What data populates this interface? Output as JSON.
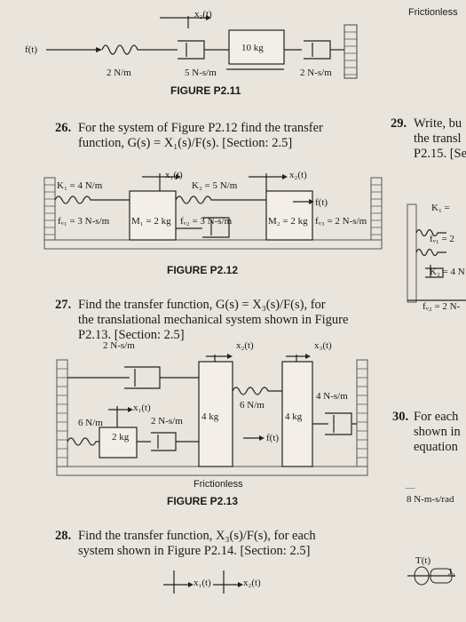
{
  "fig211": {
    "x2": "x₂(t)",
    "f": "f(t)",
    "mass": "10 kg",
    "spring": "2 N/m",
    "damper1": "5 N-s/m",
    "damper2": "2 N-s/m",
    "caption": "FIGURE P2.11"
  },
  "right_col": {
    "frictionless": "Frictionless",
    "p29_num": "29.",
    "p29_line1": "Write, bu",
    "p29_line2": "the transl",
    "p29_line3": "P2.15. [Se",
    "k1": "K₁ =",
    "fv1": "fᵥ₁ = 2",
    "k2": "K₂ = 4 N",
    "fv2": "fᵥ₂ = 2 N-",
    "p30_num": "30.",
    "p30_line1": "For each",
    "p30_line2": "shown in",
    "p30_line3": "equation",
    "rot_damper": "8 N-m-s/rad",
    "torque": "T(t)",
    "j1": "J₁"
  },
  "p26": {
    "num": "26.",
    "line1": "For the system of Figure P2.12 find the transfer",
    "line2": "function, G(s) = X₁(s)/F(s). [Section: 2.5]"
  },
  "fig212": {
    "x1": "x₁(t)",
    "x2": "x₂(t)",
    "f": "f(t)",
    "k1": "K₁ = 4 N/m",
    "k2": "K₂ = 5 N/m",
    "fv1": "fᵥ₁ = 3 N-s/m",
    "m1": "M₁ = 2 kg",
    "fv2": "fᵥ₂ = 3 N-s/m",
    "m2": "M₂ = 2 kg",
    "fv3": "fᵥ₃ = 2 N-s/m",
    "caption": "FIGURE P2.12"
  },
  "p27": {
    "num": "27.",
    "line1": "Find the transfer function, G(s) = X₃(s)/F(s), for",
    "line2": "the translational mechanical system shown in Figure",
    "line3": "P2.13. [Section: 2.5]"
  },
  "fig213": {
    "d_top": "2 N-s/m",
    "x2": "x₂(t)",
    "x3": "x₃(t)",
    "x1": "x₁(t)",
    "k_mid": "6 N/m",
    "d_right": "4 N-s/m",
    "k_left": "6 N/m",
    "d_mid": "2 N-s/m",
    "m_center": "4 kg",
    "m_right": "4 kg",
    "m_left": "2 kg",
    "f": "f(t)",
    "frictionless": "Frictionless",
    "caption": "FIGURE P2.13"
  },
  "p28": {
    "num": "28.",
    "line1": "Find the transfer function, X₃(s)/F(s), for each",
    "line2": "system shown in Figure P2.14. [Section: 2.5]"
  },
  "fig214": {
    "x1": "x₁(t)",
    "x2": "x₂(t)"
  }
}
